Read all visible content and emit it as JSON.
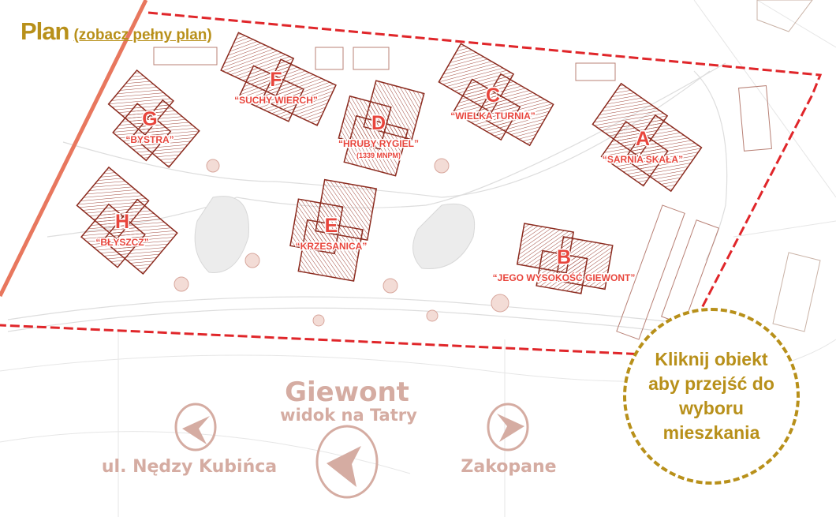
{
  "header": {
    "title": "Plan",
    "full_plan_link": "(zobacz pełny plan)"
  },
  "buildings": [
    {
      "letter": "G",
      "name": "“BYSTRA”"
    },
    {
      "letter": "F",
      "name": "“SUCHY WIERCH”"
    },
    {
      "letter": "D",
      "name": "“HRUBY RYGIEL”",
      "sub": "(1339 MNPM)"
    },
    {
      "letter": "C",
      "name": "“WIELKA TURNIA”"
    },
    {
      "letter": "A",
      "name": "“SARNIA SKAŁA”"
    },
    {
      "letter": "H",
      "name": "“BŁYSZCZ”"
    },
    {
      "letter": "E",
      "name": "“KRZESANICA”"
    },
    {
      "letter": "B",
      "name": "“JEGO WYSOKOŚĆ GIEWONT”"
    }
  ],
  "compass": {
    "title": "Giewont",
    "subtitle": "widok na Tatry",
    "left": "ul. Nędzy Kubińca",
    "right": "Zakopane"
  },
  "cta": "Kliknij obiekt aby przejść do wyboru mieszkania",
  "colors": {
    "accent": "#b8901a",
    "label": "#e8453c",
    "building": "#8b2a1e",
    "boundary": "#e0262a",
    "nav": "#d5aca2"
  }
}
